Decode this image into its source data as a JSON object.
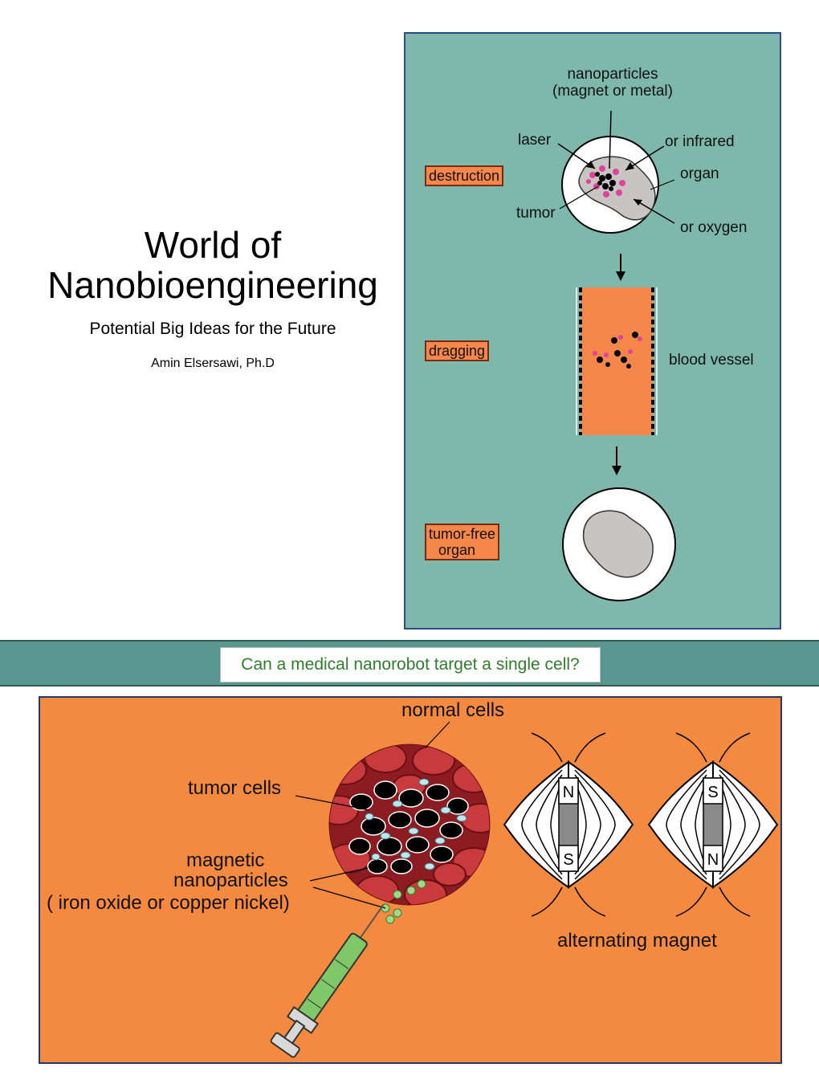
{
  "title": {
    "line1": "World of",
    "line2": "Nanobioengineering",
    "subtitle": "Potential Big Ideas for the Future",
    "author": "Amin Elsersawi, Ph.D"
  },
  "top_diagram": {
    "stages": {
      "destruction": "destruction",
      "dragging": "dragging",
      "tumor_free_line1": "tumor-free",
      "tumor_free_line2": "organ"
    },
    "labels": {
      "nanoparticles_line1": "nanoparticles",
      "nanoparticles_line2": "(magnet or metal)",
      "laser": "laser",
      "or_infrared": "or infrared",
      "organ": "organ",
      "tumor": "tumor",
      "or_oxygen": "or oxygen",
      "blood_vessel": "blood vessel"
    },
    "colors": {
      "panel": "#7db8ab",
      "label_fill": "#f5874a",
      "organ": "#c8c4c2",
      "nanoparticle": "#e0449a"
    }
  },
  "question": "Can a medical nanorobot target a single cell?",
  "bottom_diagram": {
    "labels": {
      "normal_cells": "normal cells",
      "tumor_cells": "tumor cells",
      "magnetic_line1": "magnetic",
      "magnetic_line2": "nanoparticles",
      "magnetic_line3": "( iron oxide or copper nickel)",
      "alternating_magnet": "alternating magnet"
    },
    "magnets": [
      {
        "top_pole": "N",
        "bottom_pole": "S"
      },
      {
        "top_pole": "S",
        "bottom_pole": "N"
      }
    ],
    "colors": {
      "panel": "#f48a40",
      "syringe": "#7ec86a",
      "blood": "#a8242a",
      "question_text": "#2f7d2a"
    }
  }
}
